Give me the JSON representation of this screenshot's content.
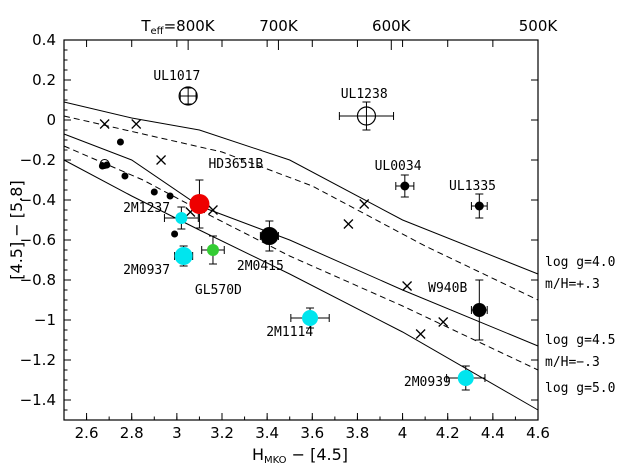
{
  "chart_data": {
    "type": "scatter",
    "title": "",
    "xlabel": "H",
    "xlabel_sub": "MKO",
    "xlabel_tail": " − [4.5]",
    "ylabel": "[4.5] − [5.8]",
    "xlim": [
      2.5,
      4.6
    ],
    "ylim": [
      -1.5,
      0.4
    ],
    "x_ticks": [
      2.6,
      2.8,
      3,
      3.2,
      3.4,
      3.6,
      3.8,
      4,
      4.2,
      4.4,
      4.6
    ],
    "x_tick_labels": [
      "2.6",
      "2.8",
      "3",
      "3.2",
      "3.4",
      "3.6",
      "3.8",
      "4",
      "4.2",
      "4.4",
      "4.6"
    ],
    "y_ticks": [
      -1.4,
      -1.2,
      -1,
      -0.8,
      -0.6,
      -0.4,
      -0.2,
      0,
      0.2,
      0.4
    ],
    "y_tick_labels": [
      "−1.4",
      "−1.2",
      "−1",
      "−0.8",
      "−0.6",
      "−0.4",
      "−0.2",
      "0",
      "0.2",
      "0.4"
    ],
    "top_axis": {
      "prefix": "T",
      "prefix_sub": "eff",
      "first_value": "=800K",
      "ticks": [
        {
          "x": 3.05,
          "label": ""
        },
        {
          "x": 3.45,
          "label": "700K"
        },
        {
          "x": 3.95,
          "label": "600K"
        },
        {
          "x": 4.6,
          "label": "500K"
        }
      ]
    },
    "model_tracks": [
      {
        "style": "solid",
        "points": [
          [
            2.5,
            0.09
          ],
          [
            2.8,
            0.01
          ],
          [
            3.1,
            -0.05
          ],
          [
            3.5,
            -0.2
          ],
          [
            4.0,
            -0.5
          ],
          [
            4.6,
            -0.77
          ]
        ]
      },
      {
        "style": "dashed",
        "points": [
          [
            2.5,
            0.02
          ],
          [
            2.85,
            -0.07
          ],
          [
            3.2,
            -0.16
          ],
          [
            3.6,
            -0.33
          ],
          [
            4.1,
            -0.63
          ],
          [
            4.6,
            -0.9
          ]
        ]
      },
      {
        "style": "solid",
        "points": [
          [
            2.5,
            -0.07
          ],
          [
            2.8,
            -0.2
          ],
          [
            3.1,
            -0.43
          ],
          [
            3.5,
            -0.6
          ],
          [
            4.0,
            -0.85
          ],
          [
            4.6,
            -1.13
          ]
        ]
      },
      {
        "style": "dashed",
        "points": [
          [
            2.5,
            -0.13
          ],
          [
            2.85,
            -0.3
          ],
          [
            3.1,
            -0.45
          ],
          [
            3.5,
            -0.68
          ],
          [
            4.0,
            -0.93
          ],
          [
            4.6,
            -1.25
          ]
        ]
      },
      {
        "style": "solid",
        "points": [
          [
            2.5,
            -0.2
          ],
          [
            2.8,
            -0.38
          ],
          [
            3.1,
            -0.55
          ],
          [
            3.5,
            -0.77
          ],
          [
            4.0,
            -1.06
          ],
          [
            4.6,
            -1.45
          ]
        ]
      }
    ],
    "model_markers": [
      [
        2.68,
        -0.02
      ],
      [
        2.82,
        -0.02
      ],
      [
        2.93,
        -0.2
      ],
      [
        3.06,
        -0.46
      ],
      [
        3.16,
        -0.45
      ],
      [
        3.76,
        -0.52
      ],
      [
        3.83,
        -0.42
      ],
      [
        4.02,
        -0.83
      ],
      [
        4.08,
        -1.07
      ],
      [
        4.18,
        -1.01
      ]
    ],
    "model_labels": [
      {
        "y": -0.71,
        "text": "log g=4.0"
      },
      {
        "y": -0.82,
        "text": "m/H=+.3"
      },
      {
        "y": -1.1,
        "text": "log g=4.5"
      },
      {
        "y": -1.21,
        "text": "m/H=−.3"
      },
      {
        "y": -1.34,
        "text": "log g=5.0"
      }
    ],
    "small_points": [
      [
        2.67,
        -0.23
      ],
      [
        2.69,
        -0.225
      ],
      [
        2.75,
        -0.11
      ],
      [
        2.77,
        -0.28
      ],
      [
        2.9,
        -0.36
      ],
      [
        2.97,
        -0.38
      ],
      [
        2.99,
        -0.57
      ]
    ],
    "small_open_points": [
      [
        2.68,
        -0.22
      ]
    ],
    "objects": [
      {
        "name": "UL1017",
        "x": 3.05,
        "y": 0.12,
        "xerr": 0.035,
        "yerr": 0.04,
        "color": "#ffffff",
        "open": true,
        "r": 9,
        "lx": 3.0,
        "ly": 0.2,
        "anchor": "middle"
      },
      {
        "name": "UL1238",
        "x": 3.84,
        "y": 0.02,
        "xerr": 0.12,
        "yerr": 0.07,
        "color": "#ffffff",
        "open": true,
        "r": 9,
        "lx": 3.83,
        "ly": 0.11,
        "anchor": "middle"
      },
      {
        "name": "UL0034",
        "x": 4.01,
        "y": -0.33,
        "xerr": 0.04,
        "yerr": 0.055,
        "color": "#000000",
        "open": false,
        "r": 4.5,
        "lx": 3.98,
        "ly": -0.25,
        "anchor": "middle"
      },
      {
        "name": "UL1335",
        "x": 4.34,
        "y": -0.43,
        "xerr": 0.035,
        "yerr": 0.06,
        "color": "#000000",
        "open": false,
        "r": 4.5,
        "lx": 4.31,
        "ly": -0.35,
        "anchor": "middle"
      },
      {
        "name": "HD3651B",
        "x": 3.1,
        "y": -0.42,
        "xerr": 0.035,
        "yerr": 0.12,
        "color": "#ee0000",
        "open": false,
        "r": 10,
        "lx": 3.14,
        "ly": -0.24,
        "anchor": "start"
      },
      {
        "name": "2M1237",
        "x": 3.02,
        "y": -0.49,
        "xerr": 0.075,
        "yerr": 0.055,
        "color": "#00e5ee",
        "open": false,
        "r": 6,
        "lx": 2.97,
        "ly": -0.46,
        "anchor": "end"
      },
      {
        "name": "2M0937",
        "x": 3.03,
        "y": -0.68,
        "xerr": 0.04,
        "yerr": 0.05,
        "color": "#00e5ee",
        "open": false,
        "r": 9,
        "lx": 2.97,
        "ly": -0.77,
        "anchor": "end"
      },
      {
        "name": "GL570D",
        "x": 3.16,
        "y": -0.65,
        "xerr": 0.05,
        "yerr": 0.07,
        "color": "#33cc33",
        "open": false,
        "r": 6,
        "lx": 3.08,
        "ly": -0.87,
        "anchor": "start"
      },
      {
        "name": "2M0415",
        "x": 3.41,
        "y": -0.58,
        "xerr": 0.04,
        "yerr": 0.075,
        "color": "#000000",
        "open": false,
        "r": 9,
        "lx": 3.37,
        "ly": -0.75,
        "anchor": "middle"
      },
      {
        "name": "2M1114",
        "x": 3.59,
        "y": -0.99,
        "xerr": 0.085,
        "yerr": 0.05,
        "color": "#00e5ee",
        "open": false,
        "r": 8,
        "lx": 3.5,
        "ly": -1.08,
        "anchor": "middle"
      },
      {
        "name": "W940B",
        "x": 4.34,
        "y": -0.95,
        "xerr": 0.035,
        "yerr": 0.15,
        "color": "#000000",
        "open": false,
        "r": 7,
        "lx": 4.2,
        "ly": -0.86,
        "anchor": "middle"
      },
      {
        "name": "2M0939",
        "x": 4.28,
        "y": -1.29,
        "xerr": 0.085,
        "yerr": 0.06,
        "color": "#00e5ee",
        "open": false,
        "r": 8,
        "lx": 4.11,
        "ly": -1.33,
        "anchor": "middle"
      }
    ]
  }
}
